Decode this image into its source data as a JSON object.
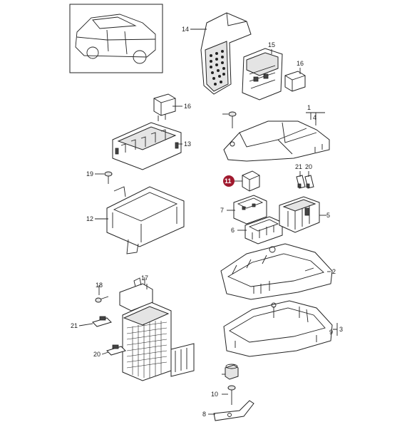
{
  "colors": {
    "highlight": "#a0192e",
    "line": "#222222",
    "background": "#ffffff"
  },
  "highlighted_part": "11",
  "callouts": [
    {
      "id": "c1",
      "label": "1"
    },
    {
      "id": "c2",
      "label": "2"
    },
    {
      "id": "c3",
      "label": "3"
    },
    {
      "id": "c4",
      "label": "4"
    },
    {
      "id": "c5",
      "label": "5"
    },
    {
      "id": "c6",
      "label": "6"
    },
    {
      "id": "c7",
      "label": "7"
    },
    {
      "id": "c8",
      "label": "8"
    },
    {
      "id": "c9",
      "label": "9"
    },
    {
      "id": "c10",
      "label": "10"
    },
    {
      "id": "c11",
      "label": "11"
    },
    {
      "id": "c12",
      "label": "12"
    },
    {
      "id": "c13",
      "label": "13"
    },
    {
      "id": "c14",
      "label": "14"
    },
    {
      "id": "c15",
      "label": "15"
    },
    {
      "id": "c16a",
      "label": "16"
    },
    {
      "id": "c16b",
      "label": "16"
    },
    {
      "id": "c17",
      "label": "17"
    },
    {
      "id": "c18",
      "label": "18"
    },
    {
      "id": "c19",
      "label": "19"
    },
    {
      "id": "c20a",
      "label": "20"
    },
    {
      "id": "c20b",
      "label": "20"
    },
    {
      "id": "c21a",
      "label": "21"
    },
    {
      "id": "c21b",
      "label": "21"
    }
  ]
}
